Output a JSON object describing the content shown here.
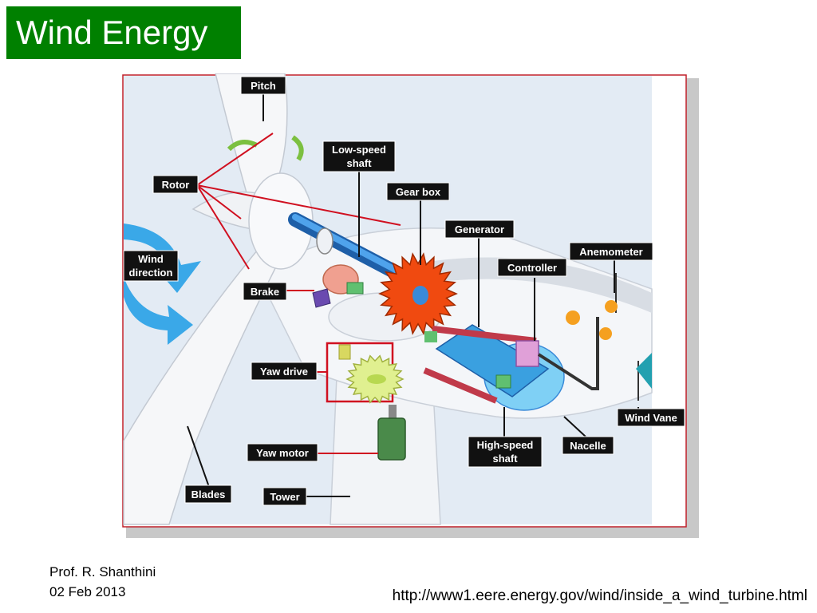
{
  "slide": {
    "title": "Wind Energy",
    "author": "Prof. R. Shanthini",
    "date": "02 Feb 2013",
    "source_url": "http://www1.eere.energy.gov/wind/inside_a_wind_turbine.html"
  },
  "diagram": {
    "labels": {
      "pitch": "Pitch",
      "low_speed_shaft_1": "Low-speed",
      "low_speed_shaft_2": "shaft",
      "gear_box": "Gear box",
      "rotor": "Rotor",
      "generator": "Generator",
      "controller": "Controller",
      "anemometer": "Anemometer",
      "wind_direction_1": "Wind",
      "wind_direction_2": "direction",
      "brake": "Brake",
      "yaw_drive": "Yaw drive",
      "wind_vane": "Wind Vane",
      "yaw_motor": "Yaw motor",
      "high_speed_shaft_1": "High-speed",
      "high_speed_shaft_2": "shaft",
      "nacelle": "Nacelle",
      "blades": "Blades",
      "tower": "Tower"
    },
    "colors": {
      "background": "#e3ebf4",
      "label_bg": "#111111",
      "leader_red": "#d01020",
      "shaft_blue": "#2a7fd0",
      "gear_orange": "#f04a10",
      "generator_blue": "#3aa0e0",
      "wind_arrow": "#3aa8e8",
      "yaw_gear": "#e0f090"
    }
  }
}
